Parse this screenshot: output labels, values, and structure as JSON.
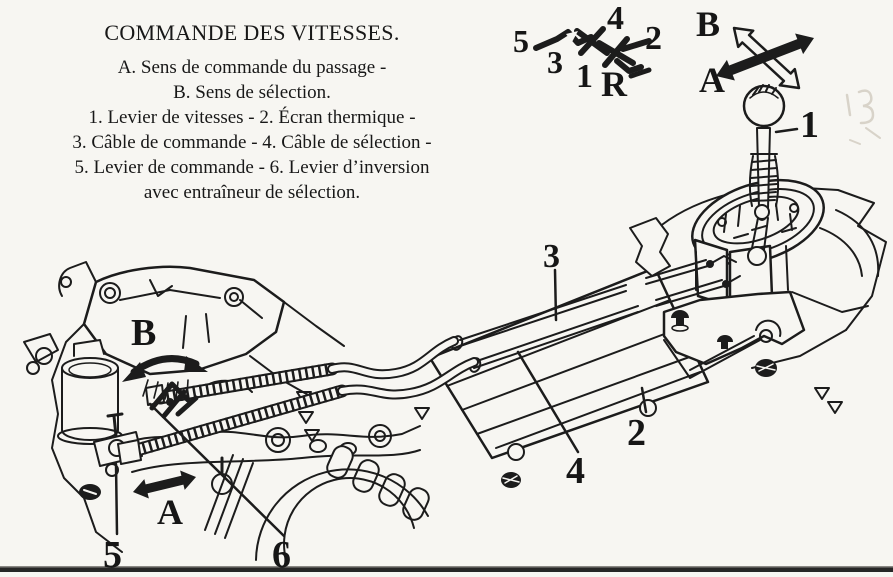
{
  "legend": {
    "title": "COMMANDE DES VITESSES.",
    "lines": [
      "A. Sens de commande du passage -",
      "B. Sens de sélection.",
      "1. Levier de vitesses - 2. Écran thermique -",
      "3. Câble de commande - 4. Câble de sélection -",
      "5. Levier de commande - 6. Levier d’inversion",
      "avec entraîneur de sélection."
    ]
  },
  "shift_pattern": {
    "gear_labels": {
      "g5": "5",
      "g3": "3",
      "g1": "1",
      "gR": "R",
      "g4": "4",
      "g2": "2"
    }
  },
  "direction_key": {
    "selection": "B",
    "engagement": "A"
  },
  "callouts": {
    "gear_lever": "1",
    "heat_shield": "2",
    "control_cable": "3",
    "selection_cable": "4",
    "control_lever": "5",
    "inversion_lever": "6",
    "dir_engagement": "A",
    "dir_selection": "B"
  },
  "colors": {
    "ink": "#1c1c1c",
    "paper": "#f7f6f2"
  }
}
